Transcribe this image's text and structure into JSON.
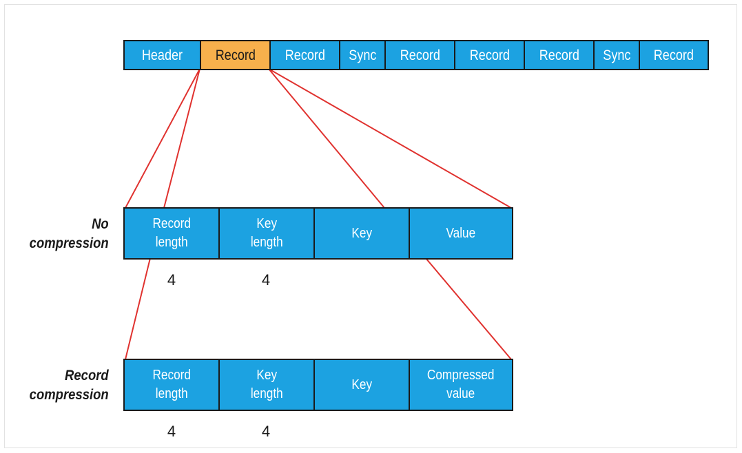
{
  "top_row": {
    "segments": [
      {
        "label": "Header"
      },
      {
        "label": "Record"
      },
      {
        "label": "Record"
      },
      {
        "label": "Sync"
      },
      {
        "label": "Record"
      },
      {
        "label": "Record"
      },
      {
        "label": "Record"
      },
      {
        "label": "Sync"
      },
      {
        "label": "Record"
      }
    ],
    "highlight_color": "#f7b04c",
    "segment_color": "#1ca2e1"
  },
  "no_compression": {
    "label": "No\ncompression",
    "segments": [
      {
        "label": "Record\nlength",
        "size": "4"
      },
      {
        "label": "Key\nlength",
        "size": "4"
      },
      {
        "label": "Key"
      },
      {
        "label": "Value"
      }
    ]
  },
  "record_compression": {
    "label": "Record\ncompression",
    "segments": [
      {
        "label": "Record\nlength",
        "size": "4"
      },
      {
        "label": "Key\nlength",
        "size": "4"
      },
      {
        "label": "Key"
      },
      {
        "label": "Compressed\nvalue"
      }
    ]
  },
  "connector_color": "#e0322f"
}
